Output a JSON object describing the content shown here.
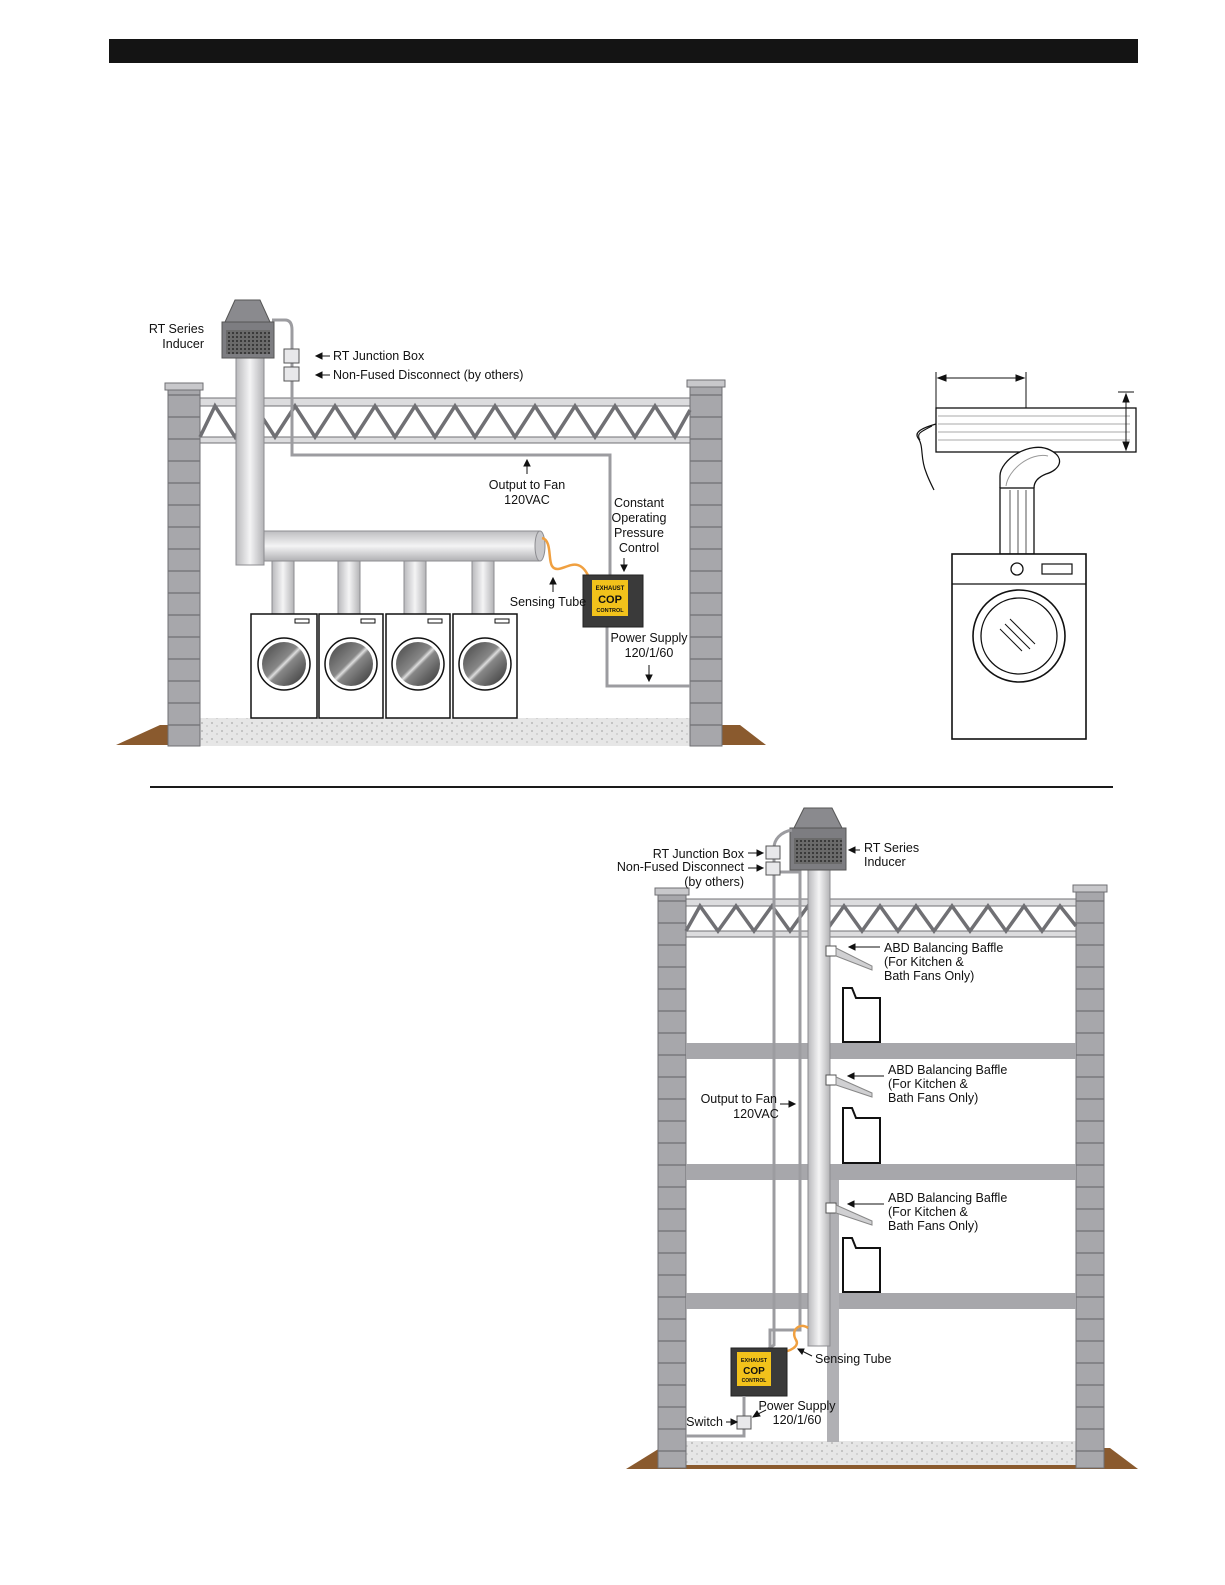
{
  "figure1": {
    "labels": {
      "inducer": [
        "RT Series",
        "Inducer"
      ],
      "junction_box": "RT Junction Box",
      "disconnect": "Non-Fused Disconnect (by others)",
      "output_to_fan": [
        "Output to Fan",
        "120VAC"
      ],
      "control": [
        "Constant",
        "Operating",
        "Pressure",
        "Control"
      ],
      "sensing_tube": "Sensing Tube",
      "power_supply": [
        "Power Supply",
        "120/1/60"
      ]
    },
    "dryer_count": 4
  },
  "figure3": {
    "labels": {
      "junction_box": "RT Junction Box",
      "disconnect": [
        "Non-Fused Disconnect",
        "(by others)"
      ],
      "inducer": [
        "RT Series",
        "Inducer"
      ],
      "baffle": [
        "ABD Balancing Baffle",
        "(For Kitchen &",
        "Bath Fans Only)"
      ],
      "output_to_fan": [
        "Output to Fan",
        "120VAC"
      ],
      "sensing_tube": "Sensing Tube",
      "power_supply": [
        "Power Supply",
        "120/1/60"
      ],
      "switch": "Switch"
    },
    "baffle_count": 3
  },
  "cop_badge": [
    "EXHAUST",
    "COP",
    "CONTROL"
  ],
  "colors": {
    "bar": "#141414",
    "masonry": "#a7a7ab",
    "duct": "#d8d8da",
    "sensing_tube": "#f0a040",
    "badge": "#f2c21b",
    "soil": "#8a5a2e"
  }
}
